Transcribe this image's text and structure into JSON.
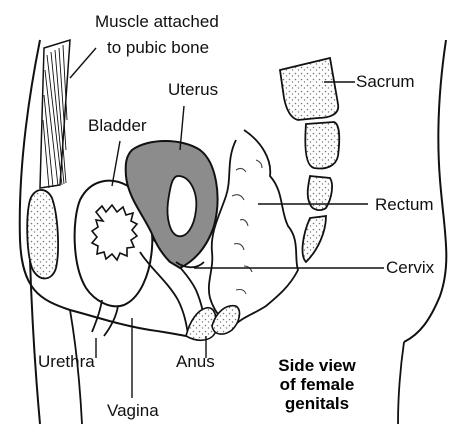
{
  "labels": {
    "muscle_line1": "Muscle attached",
    "muscle_line2": "to pubic bone",
    "uterus": "Uterus",
    "sacrum": "Sacrum",
    "bladder": "Bladder",
    "rectum": "Rectum",
    "cervix": "Cervix",
    "urethra": "Urethra",
    "anus": "Anus",
    "vagina": "Vagina"
  },
  "title": {
    "line1": "Side view",
    "line2": "of female",
    "line3": "genitals"
  },
  "colors": {
    "outline": "#111111",
    "uterus_fill": "#8c8c8c",
    "bone_stipple": "#777777",
    "background": "#ffffff"
  }
}
